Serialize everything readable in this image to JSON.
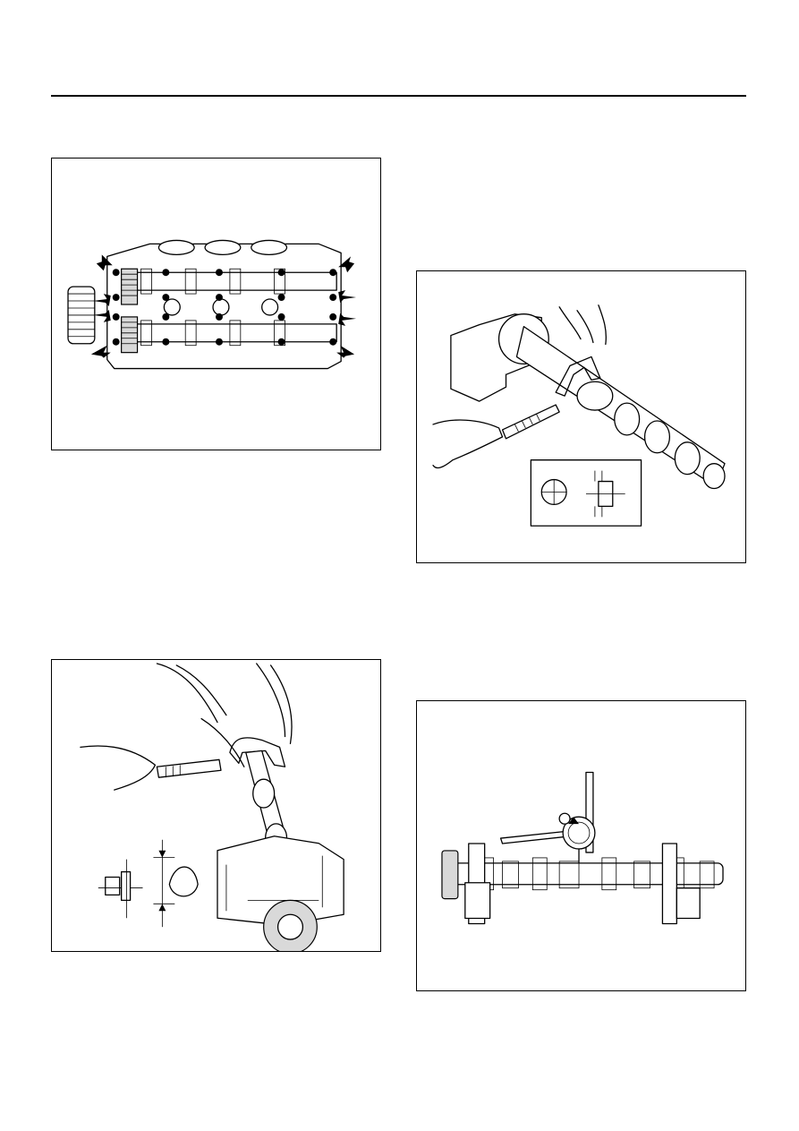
{
  "page": {
    "figures": [
      {
        "id": "fig-a",
        "subject": "cylinder-head-camshaft-bolts"
      },
      {
        "id": "fig-b",
        "subject": "camshaft-journal-micrometer"
      },
      {
        "id": "fig-c",
        "subject": "cam-lobe-height-micrometer"
      },
      {
        "id": "fig-d",
        "subject": "camshaft-runout-dial-gauge"
      }
    ]
  }
}
